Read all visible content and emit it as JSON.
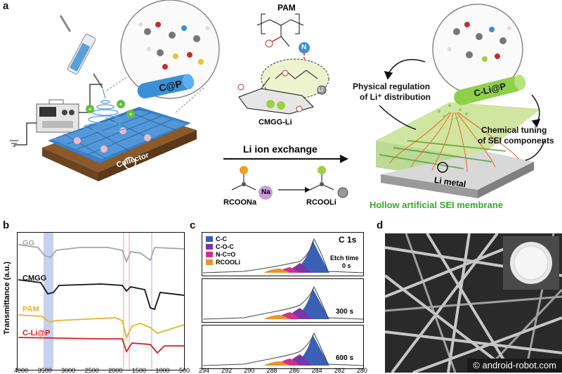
{
  "panel_a": {
    "label": "a",
    "pam": "PAM",
    "cmgg_li": "CMGG-Li",
    "c_at_p": "C@P",
    "c_li_at_p": "C-Li@P",
    "collector": "Collector",
    "exchange": "Li ion exchange",
    "na": "Na",
    "rcoona": "RCOONa",
    "rcooli": "RCOOLi",
    "li_metal": "Li metal",
    "physical_1": "Physical regulation",
    "physical_2": "of Li⁺ distribution",
    "chemical_1": "Chemical tuning",
    "chemical_2": "of SEI components",
    "hollow": "Hollow artificial SEI membrane",
    "ion_n": "N",
    "ion_li": "Li"
  },
  "panel_b": {
    "label": "b",
    "ylabel": "Transmittance (a.u.)",
    "series": [
      "GG",
      "CMGG",
      "PAM",
      "C-Li@P"
    ],
    "xticks": [
      "4000",
      "3500",
      "3000",
      "2500",
      "2000",
      "1500",
      "1000",
      "500"
    ]
  },
  "panel_c": {
    "label": "c",
    "title": "C 1s",
    "legend": [
      "C-C",
      "C-O-C",
      "N-C=O",
      "RCOOLi"
    ],
    "etch_label_1": "Etch time",
    "etch_label_2": "0 s",
    "t300": "300 s",
    "t600": "600 s",
    "xticks": [
      "294",
      "292",
      "290",
      "288",
      "286",
      "284",
      "282",
      "280"
    ]
  },
  "panel_d": {
    "label": "d"
  },
  "watermark": "© android-robot.com",
  "colors": {
    "gg": "#a6a6a6",
    "cmgg": "#111111",
    "pam": "#e6b423",
    "cli": "#d42020",
    "cc": "#3a5fb5",
    "coc": "#7a35a8",
    "nco": "#d0308a",
    "rcooli": "#e8932e",
    "highlight": "#b7c6e8"
  }
}
